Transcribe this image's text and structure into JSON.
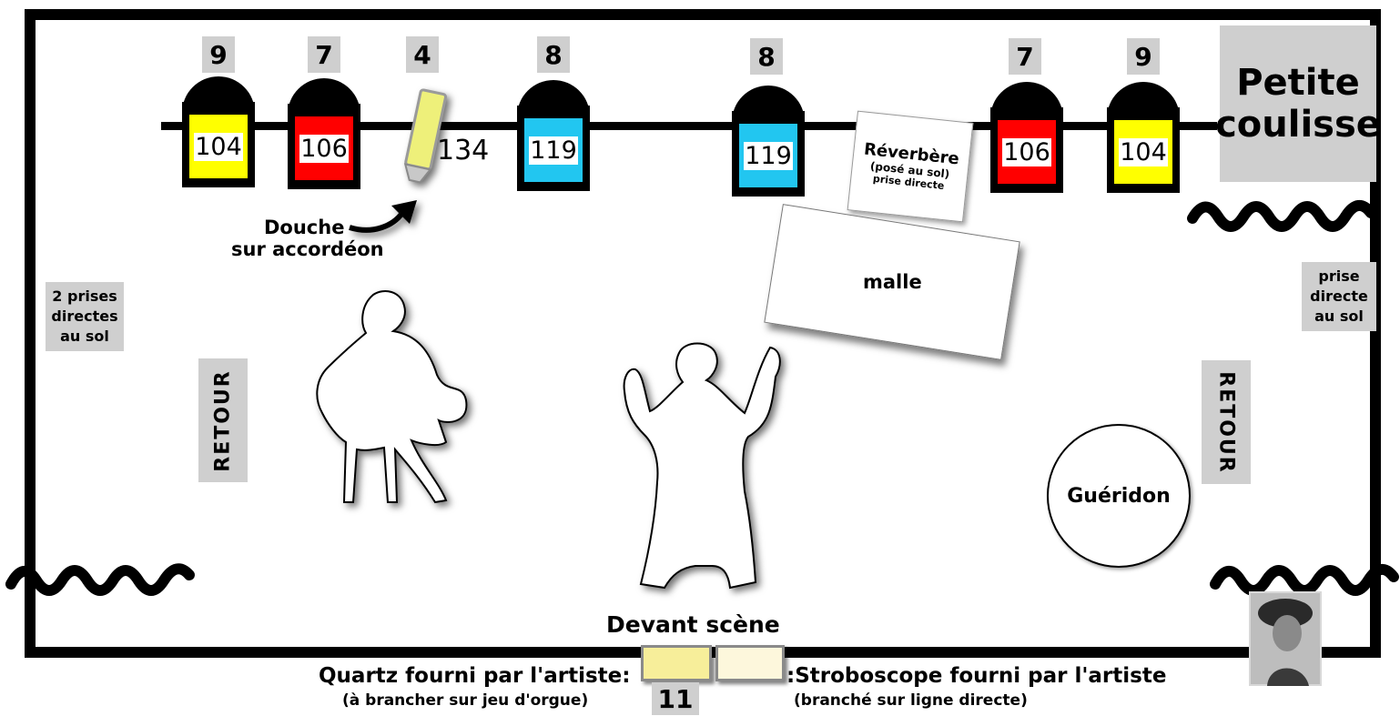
{
  "wing_label": "Petite coulisse",
  "wing_label_line1": "Petite",
  "wing_label_line2": "coulisse",
  "lamps": [
    {
      "number": "9",
      "gel": "104",
      "color": "#ffff00"
    },
    {
      "number": "7",
      "gel": "106",
      "color": "#ff0000"
    },
    {
      "number": "8",
      "gel": "119",
      "color": "#22c6f0"
    },
    {
      "number": "8",
      "gel": "119",
      "color": "#22c6f0"
    },
    {
      "number": "7",
      "gel": "106",
      "color": "#ff0000"
    },
    {
      "number": "9",
      "gel": "104",
      "color": "#ffff00"
    }
  ],
  "pc_lamp": {
    "number": "4",
    "gel": "134",
    "color": "#eef07a"
  },
  "douche_label_line1": "Douche",
  "douche_label_line2": "sur accordéon",
  "reverbere": {
    "title": "Réverbère",
    "line2": "(posé au sol)",
    "line3": "prise directe"
  },
  "malle_label": "malle",
  "left_outlets": {
    "line1": "2 prises",
    "line2": "directes",
    "line3": "au sol"
  },
  "right_outlets": {
    "line1": "prise",
    "line2": "directe",
    "line3": "au sol"
  },
  "retour_left": "RETOUR",
  "retour_right": "RETOUR",
  "gueridon_label": "Guéridon",
  "front_label": "Devant scène",
  "front_number": "11",
  "quartz": {
    "line1": "Quartz fourni par l'artiste:",
    "line2": "(à brancher sur jeu d'orgue)"
  },
  "strobe": {
    "line1": ":Stroboscope fourni par l'artiste",
    "line2": "(branché sur ligne directe)"
  },
  "colors": {
    "quartz_fill": "#f7ee9a",
    "strobe_fill": "#fdf7dc",
    "label_grey": "#cfcfcf"
  }
}
